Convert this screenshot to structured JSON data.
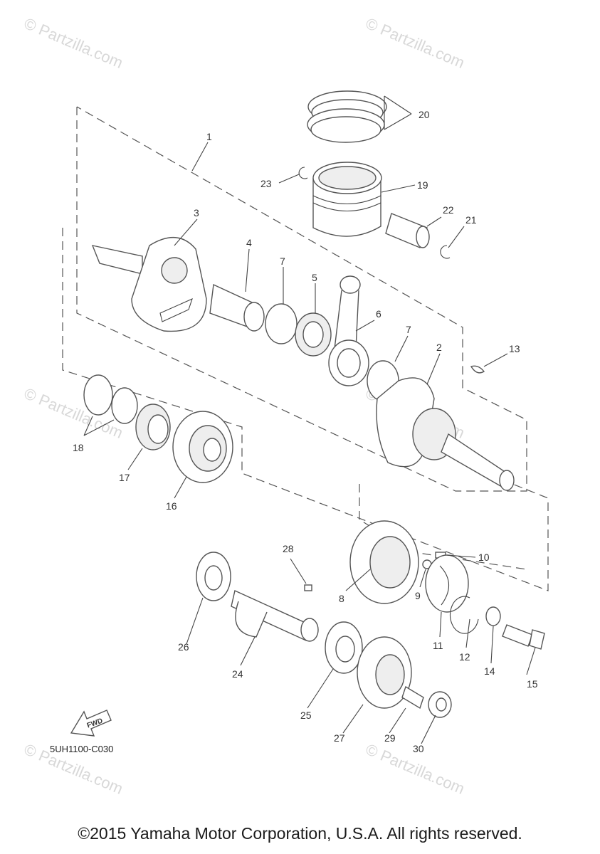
{
  "watermark": "© Partzilla.com",
  "diagram_code": "5UH1100-C030",
  "fwd_label": "FWD",
  "copyright": "©2015 Yamaha Motor Corporation, U.S.A. All rights reserved.",
  "callouts": {
    "c1": "1",
    "c2": "2",
    "c3": "3",
    "c4": "4",
    "c5": "5",
    "c6": "6",
    "c7a": "7",
    "c7b": "7",
    "c8": "8",
    "c9": "9",
    "c10": "10",
    "c11": "11",
    "c12": "12",
    "c13": "13",
    "c14": "14",
    "c15": "15",
    "c16": "16",
    "c17": "17",
    "c18": "18",
    "c19": "19",
    "c20": "20",
    "c21": "21",
    "c22": "22",
    "c23": "23",
    "c24": "24",
    "c25": "25",
    "c26": "26",
    "c27": "27",
    "c28": "28",
    "c29": "29",
    "c30": "30"
  }
}
